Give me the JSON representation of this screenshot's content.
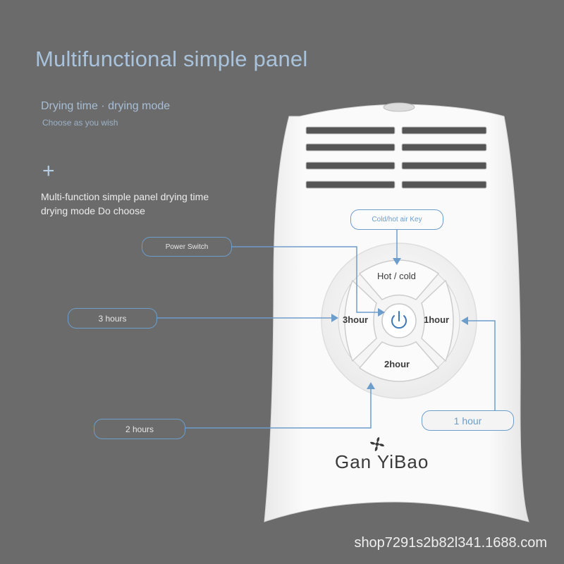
{
  "title": "Multifunctional simple panel",
  "subtitle": "Drying time · drying mode",
  "note": "Choose as you wish",
  "plus_symbol": "+",
  "description": "Multi-function simple panel drying time  drying mode Do choose",
  "callouts": {
    "power_switch": "Power Switch",
    "three_hours": "3 hours",
    "two_hours": "2 hours",
    "one_hour": "1 hour",
    "cold_hot_key": "Cold/hot air Key"
  },
  "panel": {
    "hot_cold": "Hot / cold",
    "three_hour": "3hour",
    "one_hour": "1hour",
    "two_hour": "2hour",
    "brand": "Gan YiBao"
  },
  "watermark": "shop7291s2b82l341.1688.com",
  "colors": {
    "background": "#6b6b6b",
    "accent": "#6d9dcb",
    "device": "#f7f7f7"
  },
  "icons": [
    "power-icon",
    "fan-icon",
    "plus-icon"
  ]
}
